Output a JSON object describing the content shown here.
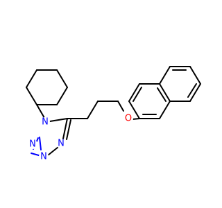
{
  "molecule": {
    "atoms": {
      "n1": {
        "symbol": "N",
        "color": "#0000ff"
      },
      "n2": {
        "symbol": "N",
        "color": "#0000ff"
      },
      "n3": {
        "symbol": "N",
        "color": "#0000ff"
      },
      "n4": {
        "symbol": "N",
        "color": "#0000ff"
      },
      "o1": {
        "symbol": "O",
        "color": "#ff0000"
      }
    },
    "bond_color": "#000000"
  }
}
